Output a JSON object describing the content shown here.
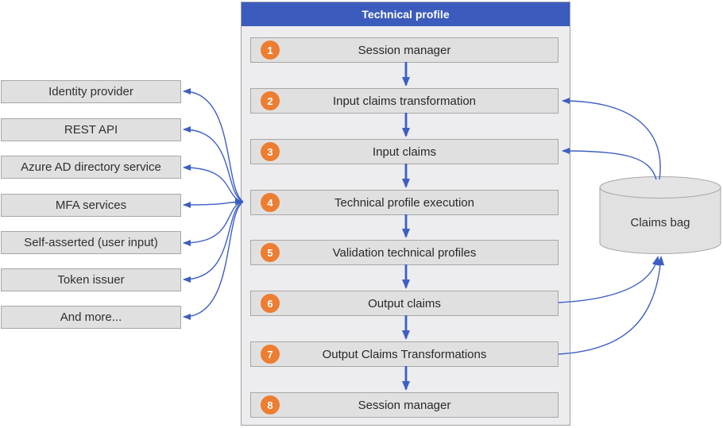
{
  "diagram": {
    "title": "Technical profile",
    "steps": [
      {
        "num": "1",
        "label": "Session manager"
      },
      {
        "num": "2",
        "label": "Input claims transformation"
      },
      {
        "num": "3",
        "label": "Input claims"
      },
      {
        "num": "4",
        "label": "Technical profile execution"
      },
      {
        "num": "5",
        "label": "Validation technical profiles"
      },
      {
        "num": "6",
        "label": "Output claims"
      },
      {
        "num": "7",
        "label": "Output Claims Transformations"
      },
      {
        "num": "8",
        "label": "Session manager"
      }
    ],
    "providers": [
      "Identity provider",
      "REST API",
      "Azure AD directory service",
      "MFA services",
      "Self-asserted (user input)",
      "Token issuer",
      "And more..."
    ],
    "claims_bag_label": "Claims bag",
    "colors": {
      "header_blue": "#3B5CBC",
      "arrow_blue": "#3D5FC4",
      "badge_orange": "#ED7D31",
      "box_fill": "#E0E0E0",
      "box_border": "#A7A7A7",
      "panel_fill": "#EDEDEF",
      "panel_border": "#9E9EA0",
      "text_dark": "#303030"
    }
  }
}
